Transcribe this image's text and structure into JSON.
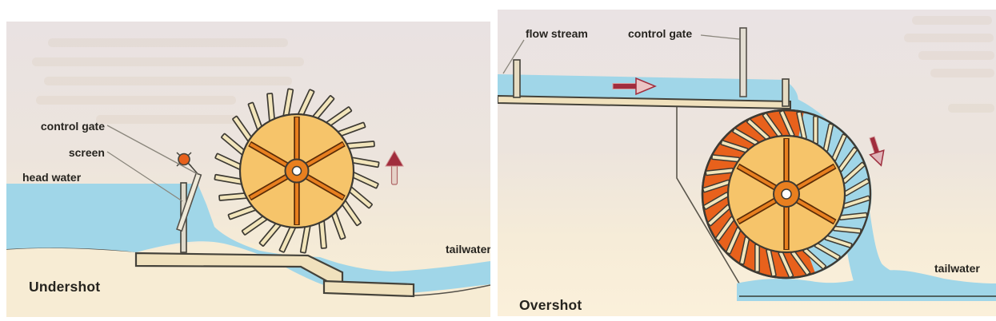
{
  "figure": {
    "left_panel": {
      "caption": "Undershot",
      "labels": {
        "control_gate": "control gate",
        "screen": "screen",
        "head_water": "head water",
        "tailwater": "tailwater"
      }
    },
    "right_panel": {
      "caption": "Overshot",
      "labels": {
        "flow_stream": "flow stream",
        "control_gate": "control gate",
        "tailwater": "tailwater"
      }
    },
    "colors": {
      "water": "#a0d6e8",
      "wheel_rim_orange": "#e8611c",
      "wheel_disc": "#f6c46a",
      "spoke_orange": "#e87f1f",
      "spoke_shadow": "#5b2c07",
      "paddle_cream": "#f2e5bb",
      "plank_tan": "#f0e1bd",
      "structure_bar": "#e3ded2",
      "arrow_maroon": "#a12d3d",
      "arrow_pale": "#e6d2c8",
      "outline": "#3d3a33",
      "sand": "#f7ecd4",
      "label_text": "#26241f"
    }
  }
}
